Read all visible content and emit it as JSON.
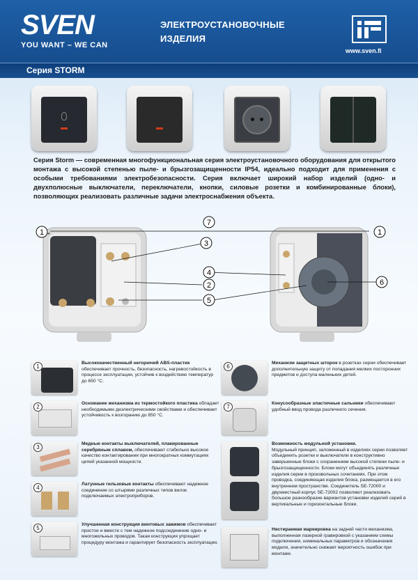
{
  "header": {
    "brand": "SVEN",
    "slogan": "YOU WANT – WE CAN",
    "title_line1": "ЭЛЕКТРОУСТАНОВОЧНЫЕ",
    "title_line2": "ИЗДЕЛИЯ",
    "url": "www.sven.fi"
  },
  "series_title": "Серия STORM",
  "intro": {
    "lead": "Серия Storm",
    "body": " — современная многофункциональная серия электроустановочного оборудования для открытого монтажа с высокой степенью пыле- и брызгозащищенности IP54, идеально подходит для применения с особыми требованиями электробезопасности. Серия включает широкий набор изделий (одно- и двухполюсные выключатели, переключатели, кнопки, силовые розетки и комбинированные блоки), позволяющих реализовать различные задачи электроснабжения объекта."
  },
  "callouts": [
    "1",
    "2",
    "3",
    "4",
    "5",
    "6",
    "7"
  ],
  "features_left": [
    {
      "num": "1",
      "title": "Высококачественный негорючий ABS-пластик",
      "text": " обеспечивает прочность, безопасность, нагревостойкость в процессе эксплуатации, устойчив к воздействию температур до 650 °С."
    },
    {
      "num": "2",
      "title": "Основание механизма из термостойкого пластика",
      "text": " обладает необходимыми диэлектрическими свойствами и обеспечивает устойчивость к возгоранию до 850 °С."
    },
    {
      "num": "3",
      "title": "Медные контакты выключателей, плакированные серебряным сплавом,",
      "text": " обеспечивают стабильно высокое качество контактирования при многократных коммутациях цепей указанной мощности."
    },
    {
      "num": "4",
      "title": "Латунные гильзовые контакты",
      "text": " обеспечивают надежное соединение со штырями различных типов вилок подключаемых электроприборов."
    },
    {
      "num": "5",
      "title": "Улучшенная конструкция винтовых зажимов",
      "text": " обеспечивает простое и вместе с тем надежное подсоединение одно- и многожильных проводов. Такая конструкция упрощает процедуру монтажа и гарантирует безопасность эксплуатации."
    }
  ],
  "features_right": [
    {
      "num": "6",
      "title": "Механизм защитных шторок",
      "text": " в розетках серии обеспечивает дополнительную защиту от попадания мелких посторонних предметов и доступа маленьких детей."
    },
    {
      "num": "7",
      "title": "Конусообразные эластичные сальники",
      "text": " обеспечивают удобный ввод провода различного сечения."
    }
  ],
  "feature_modular": {
    "title": "Возможность модульной установки.",
    "text": "Модульный принцип, заложенный в изделиях серии позволяет объединять розетки и выключатели в конструктивно завершенные блоки с сохранением высокой степени пыле- и брызгозащищенности. Блоки могут объединять различные изделия серии в произвольных сочетаниях. При этом проводка, соединяющая изделия блока, размещается в его внутреннем пространстве. Соединитель SE-72000 и двухместный корпус SE-72002 позволяют реализовать большое разнообразие вариантов установки изделий серий в вертикальные и горизонтальные блоки."
  },
  "feature_marking": {
    "title": "Нестираемая маркировка",
    "text": " на задней части механизма, выполненная лазерной гравировкой с указанием схемы подключения, номинальных параметров и обозначения модели, значительно снижает вероятность ошибок при монтаже."
  },
  "colors": {
    "header": "#1e60a8",
    "series_bar": "#0d3e7a",
    "product_face": "#222222"
  }
}
